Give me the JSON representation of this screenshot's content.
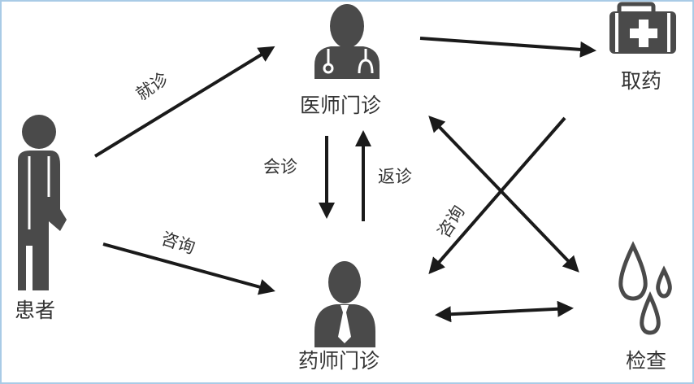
{
  "nodes": {
    "patient": "患者",
    "doctor_clinic": "医师门诊",
    "pharmacist_clinic": "药师门诊",
    "get_medicine": "取药",
    "examination": "检查"
  },
  "edges": {
    "patient_to_doctor": "就诊",
    "patient_to_pharmacist": "咨询",
    "doctor_to_pharmacist": "会诊",
    "pharmacist_to_doctor": "返诊",
    "medicine_to_pharmacist": "咨询"
  },
  "colors": {
    "icon": "#4a4a4a",
    "arrow": "#1a1a1a",
    "border": "#a9cbe6"
  }
}
